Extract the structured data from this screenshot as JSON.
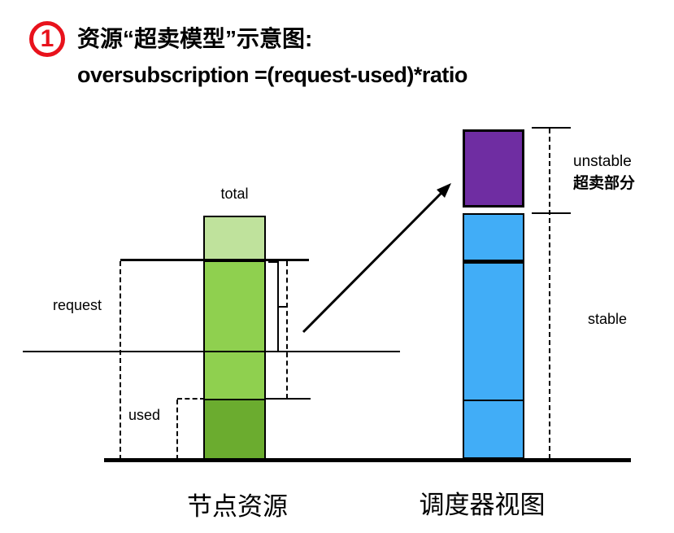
{
  "title": {
    "badge_number": "1",
    "badge_color": "#e8121c",
    "heading": "资源“超卖模型”示意图:",
    "formula": "oversubscription =(request-used)*ratio"
  },
  "node_chart": {
    "total_label": "total",
    "request_label": "request",
    "used_label": "used",
    "caption": "节点资源",
    "segments": [
      {
        "name": "free-headroom",
        "color": "#bfe29c"
      },
      {
        "name": "request-minus-used",
        "color": "#8fd04f"
      },
      {
        "name": "used",
        "color": "#6bac2f"
      }
    ]
  },
  "scheduler_chart": {
    "unstable_label": "unstable",
    "oversold_label": "超卖部分",
    "stable_label": "stable",
    "caption": "调度器视图",
    "segments": [
      {
        "name": "oversold-unstable",
        "color": "#6f2da2"
      },
      {
        "name": "stable",
        "color": "#41adf7"
      }
    ]
  }
}
